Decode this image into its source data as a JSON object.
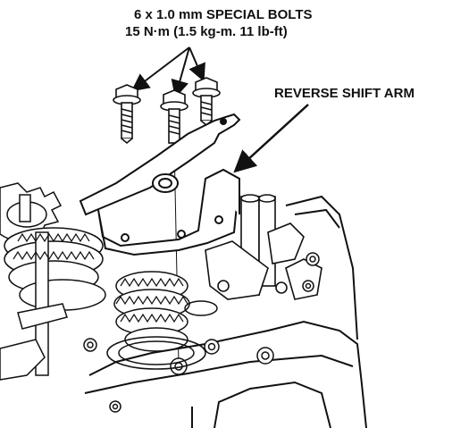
{
  "callouts": {
    "bolt_spec_line1": "6 x 1.0 mm SPECIAL BOLTS",
    "bolt_spec_line2": "15 N·m (1.5 kg-m. 11 lb-ft)",
    "reverse_shift_arm": "REVERSE SHIFT ARM"
  },
  "colors": {
    "ink": "#111111",
    "paper": "#ffffff"
  }
}
